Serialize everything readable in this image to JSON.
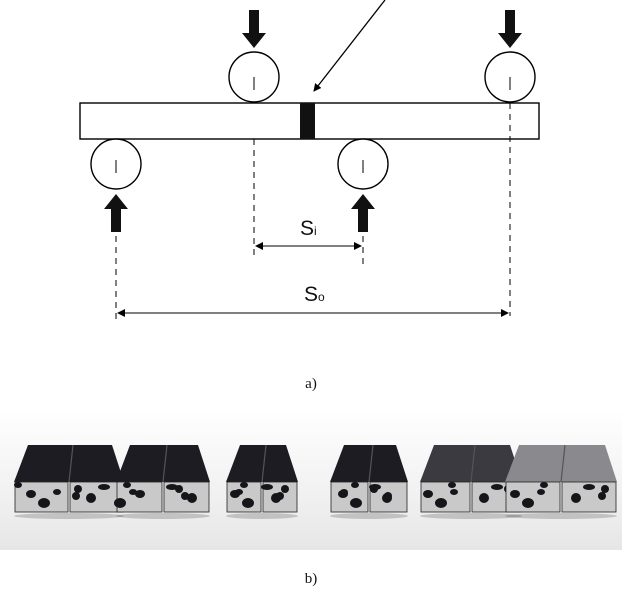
{
  "figure": {
    "panel_a": {
      "label": "a)",
      "inner_span": {
        "symbol": "S",
        "subscript": "i"
      },
      "outer_span": {
        "symbol": "S",
        "subscript": "o"
      }
    },
    "panel_b": {
      "label": "b)",
      "specimen_count": 6
    },
    "colors": {
      "line": "#000000",
      "specimen_metal": "#c9c9c9",
      "specimen_dark": "#1c1c22"
    }
  }
}
